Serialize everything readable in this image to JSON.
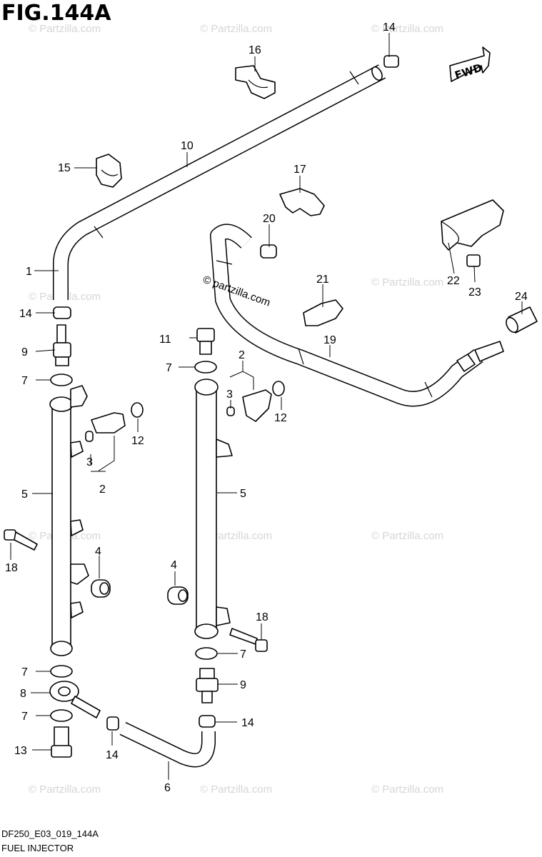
{
  "figure_title": "FIG.144A",
  "direction_label": "FWD",
  "watermark": "© Partzilla.com",
  "watermark_center": "© partzilla.com",
  "footer": {
    "code": "DF250_E03_019_144A",
    "name": "FUEL INJECTOR"
  },
  "callouts": {
    "c1": "1",
    "c2a": "2",
    "c2b": "2",
    "c3a": "3",
    "c3b": "3",
    "c4a": "4",
    "c4b": "4",
    "c5a": "5",
    "c5b": "5",
    "c6": "6",
    "c7a": "7",
    "c7b": "7",
    "c7c": "7",
    "c7d": "7",
    "c7e": "7",
    "c8": "8",
    "c9a": "9",
    "c9b": "9",
    "c10": "10",
    "c11": "11",
    "c12a": "12",
    "c12b": "12",
    "c13": "13",
    "c14a": "14",
    "c14b": "14",
    "c14c": "14",
    "c14d": "14",
    "c15": "15",
    "c16": "16",
    "c17": "17",
    "c18a": "18",
    "c18b": "18",
    "c19": "19",
    "c20": "20",
    "c21": "21",
    "c22": "22",
    "c23": "23",
    "c24": "24"
  }
}
